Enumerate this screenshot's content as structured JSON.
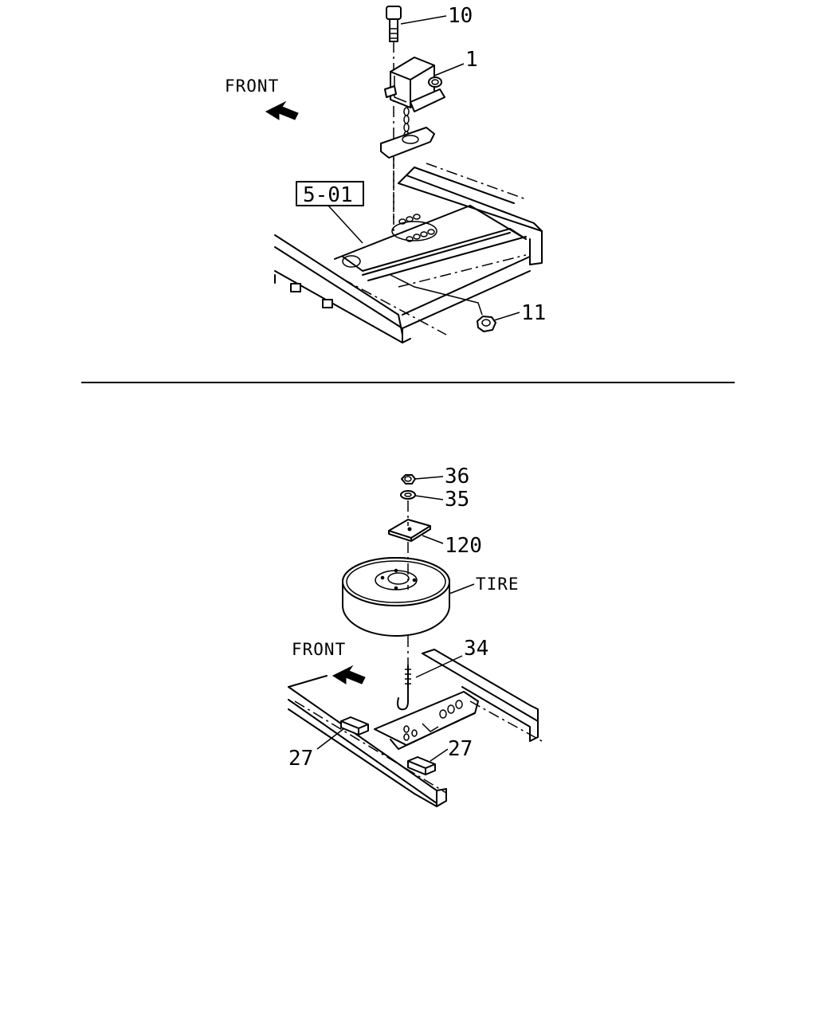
{
  "top_diagram": {
    "front_label": "FRONT",
    "callouts": {
      "bolt": "10",
      "bracket_assembly": "1",
      "reference_box": "5-01",
      "nut": "11"
    }
  },
  "bottom_diagram": {
    "front_label": "FRONT",
    "callouts": {
      "nut": "36",
      "washer": "35",
      "plate": "120",
      "tire": "TIRE",
      "hook_bolt": "34",
      "pad_left": "27",
      "pad_right": "27"
    }
  }
}
